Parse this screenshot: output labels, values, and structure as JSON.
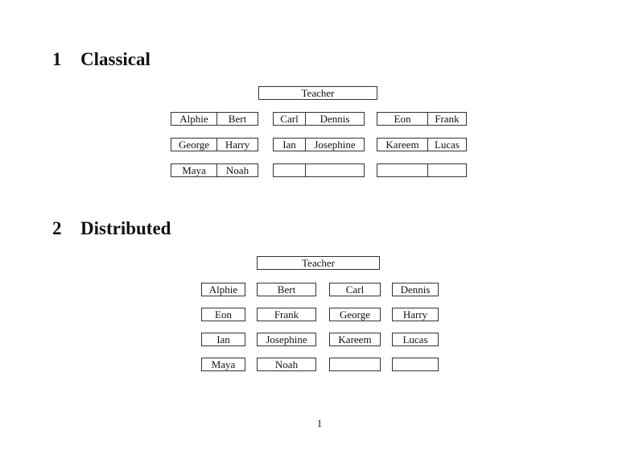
{
  "page": {
    "page_number": "1"
  },
  "colors": {
    "background": "#ffffff",
    "border": "#333333",
    "text": "#111111"
  },
  "sections": {
    "classical": {
      "number": "1",
      "title": "Classical",
      "teacher_label": "Teacher",
      "rows": [
        {
          "desks": [
            {
              "left": "Alphie",
              "right": "Bert"
            },
            {
              "left": "Carl",
              "right": "Dennis"
            },
            {
              "left": "Eon",
              "right": "Frank"
            }
          ]
        },
        {
          "desks": [
            {
              "left": "George",
              "right": "Harry"
            },
            {
              "left": "Ian",
              "right": "Josephine"
            },
            {
              "left": "Kareem",
              "right": "Lucas"
            }
          ]
        },
        {
          "desks": [
            {
              "left": "Maya",
              "right": "Noah"
            },
            {
              "left": "",
              "right": ""
            },
            {
              "left": "",
              "right": ""
            }
          ]
        }
      ]
    },
    "distributed": {
      "number": "2",
      "title": "Distributed",
      "teacher_label": "Teacher",
      "rows": [
        {
          "seats": [
            "Alphie",
            "Bert",
            "Carl",
            "Dennis"
          ]
        },
        {
          "seats": [
            "Eon",
            "Frank",
            "George",
            "Harry"
          ]
        },
        {
          "seats": [
            "Ian",
            "Josephine",
            "Kareem",
            "Lucas"
          ]
        },
        {
          "seats": [
            "Maya",
            "Noah",
            "",
            ""
          ]
        }
      ]
    }
  }
}
